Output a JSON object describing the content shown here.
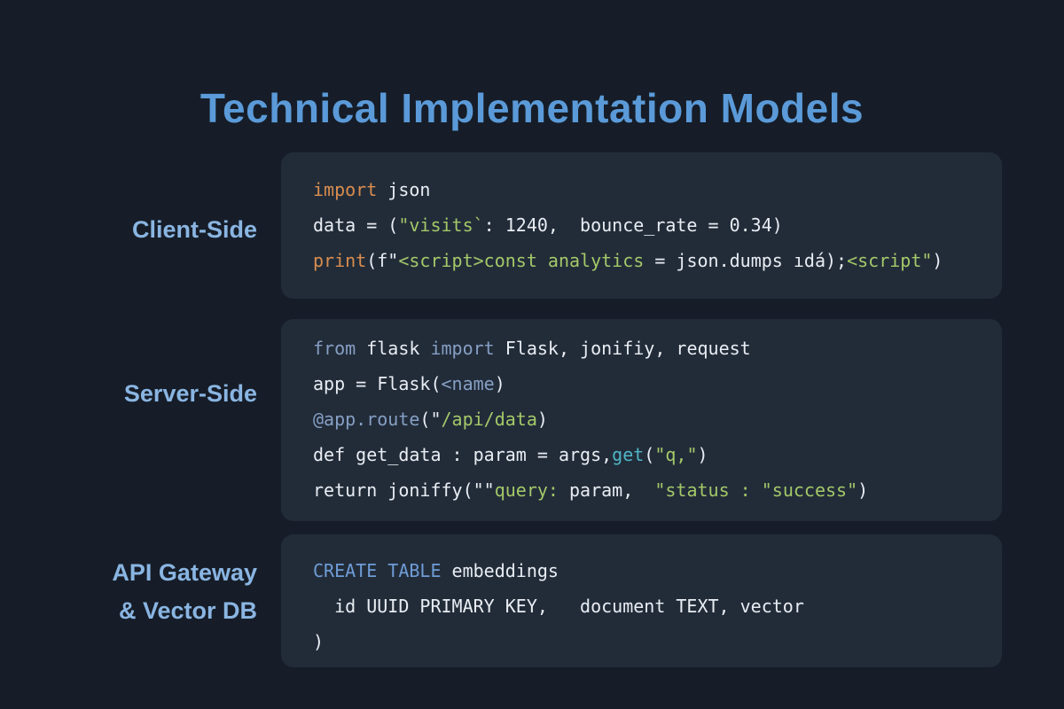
{
  "page": {
    "title": "Technical Implementation Models"
  },
  "colors": {
    "page_background": "#161d28",
    "code_block_background": "#222c39",
    "title_blue": "#5b9ad8",
    "label_blue": "#8ab5e2",
    "code_plain": "#e9edf3",
    "code_keyword_orange": "#d98d4e",
    "code_string_green": "#a4c868",
    "code_keyword_slate": "#869fc4",
    "code_keyword_blue": "#6f9cd6",
    "code_function_cyan": "#4fb5c6"
  },
  "blocks": [
    {
      "label": "Client-Side",
      "label_lines": [
        "Client-Side"
      ],
      "lines": [
        [
          {
            "t": "import",
            "c": "orange"
          },
          {
            "t": " json",
            "c": "plain"
          }
        ],
        [
          {
            "t": "data = (",
            "c": "plain"
          },
          {
            "t": "\"visits`",
            "c": "green"
          },
          {
            "t": ": 1240,  bounce_rate = 0.34)",
            "c": "plain"
          }
        ],
        [
          {
            "t": "print",
            "c": "orange"
          },
          {
            "t": "(f\"",
            "c": "plain"
          },
          {
            "t": "<script>const analytics",
            "c": "green"
          },
          {
            "t": " = json.dumps ıdá);",
            "c": "plain"
          },
          {
            "t": "<script\"",
            "c": "green"
          },
          {
            "t": ")",
            "c": "plain"
          }
        ]
      ]
    },
    {
      "label": "Server-Side",
      "label_lines": [
        "Server-Side"
      ],
      "lines": [
        [
          {
            "t": "from",
            "c": "slate"
          },
          {
            "t": " flask ",
            "c": "plain"
          },
          {
            "t": "import",
            "c": "slate"
          },
          {
            "t": " Flask, jonifiy, request",
            "c": "plain"
          }
        ],
        [
          {
            "t": "app = Flask(",
            "c": "plain"
          },
          {
            "t": "<name",
            "c": "slate"
          },
          {
            "t": ")",
            "c": "plain"
          }
        ],
        [
          {
            "t": "@app.route",
            "c": "slate"
          },
          {
            "t": "(\"",
            "c": "plain"
          },
          {
            "t": "/api/data",
            "c": "green"
          },
          {
            "t": ")",
            "c": "plain"
          }
        ],
        [
          {
            "t": "def get_data : param = args,",
            "c": "plain"
          },
          {
            "t": "get",
            "c": "cyan"
          },
          {
            "t": "(",
            "c": "plain"
          },
          {
            "t": "\"q,\"",
            "c": "green"
          },
          {
            "t": ")",
            "c": "plain"
          }
        ],
        [
          {
            "t": "return joniffy(\"\"",
            "c": "plain"
          },
          {
            "t": "query:",
            "c": "green"
          },
          {
            "t": " param,  ",
            "c": "plain"
          },
          {
            "t": "\"status : \"success\"",
            "c": "green"
          },
          {
            "t": ")",
            "c": "plain"
          }
        ]
      ]
    },
    {
      "label": "API Gateway & Vector DB",
      "label_lines": [
        "API Gateway",
        "& Vector DB"
      ],
      "lines": [
        [
          {
            "t": "CREATE TABLE",
            "c": "blue"
          },
          {
            "t": " embeddings",
            "c": "plain"
          }
        ],
        [
          {
            "t": "  id UUID PRIMARY KEY,   document TEXT, vector",
            "c": "plain"
          }
        ],
        [
          {
            "t": ")",
            "c": "plain"
          }
        ]
      ]
    }
  ]
}
